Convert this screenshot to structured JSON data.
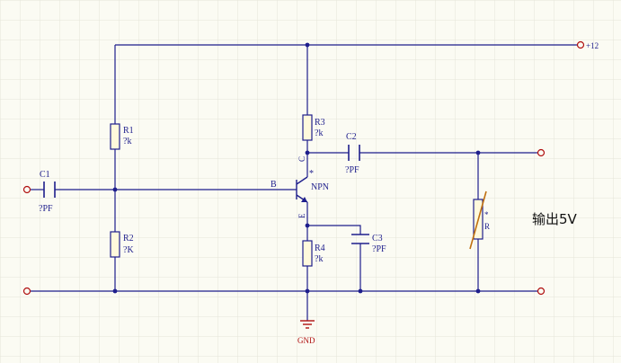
{
  "colors": {
    "background": "#fbfbf3",
    "grid": "#e4e4d8",
    "wire": "#1e1e8c",
    "component": "#1e1e8c",
    "component_fill": "#fff9dc",
    "terminal": "#b01010",
    "node": "#1e1e8c",
    "text": "#1e1e8c",
    "text_red": "#b01010"
  },
  "labels": {
    "supply": "+12",
    "ground": "GND",
    "output_text": "输出5V",
    "base_pin": "B",
    "collector_pin": "C",
    "emitter_pin": "E",
    "transistor_type": "NPN"
  },
  "components": {
    "c1": {
      "name": "C1",
      "value": "?PF"
    },
    "r1": {
      "name": "R1",
      "value": "?k"
    },
    "r2": {
      "name": "R2",
      "value": "?K"
    },
    "r3": {
      "name": "R3",
      "value": "?k"
    },
    "r4": {
      "name": "R4",
      "value": "?k"
    },
    "c2": {
      "name": "C2",
      "value": "?PF"
    },
    "c3": {
      "name": "C3",
      "value": "?PF"
    },
    "load": {
      "name": "R"
    }
  }
}
